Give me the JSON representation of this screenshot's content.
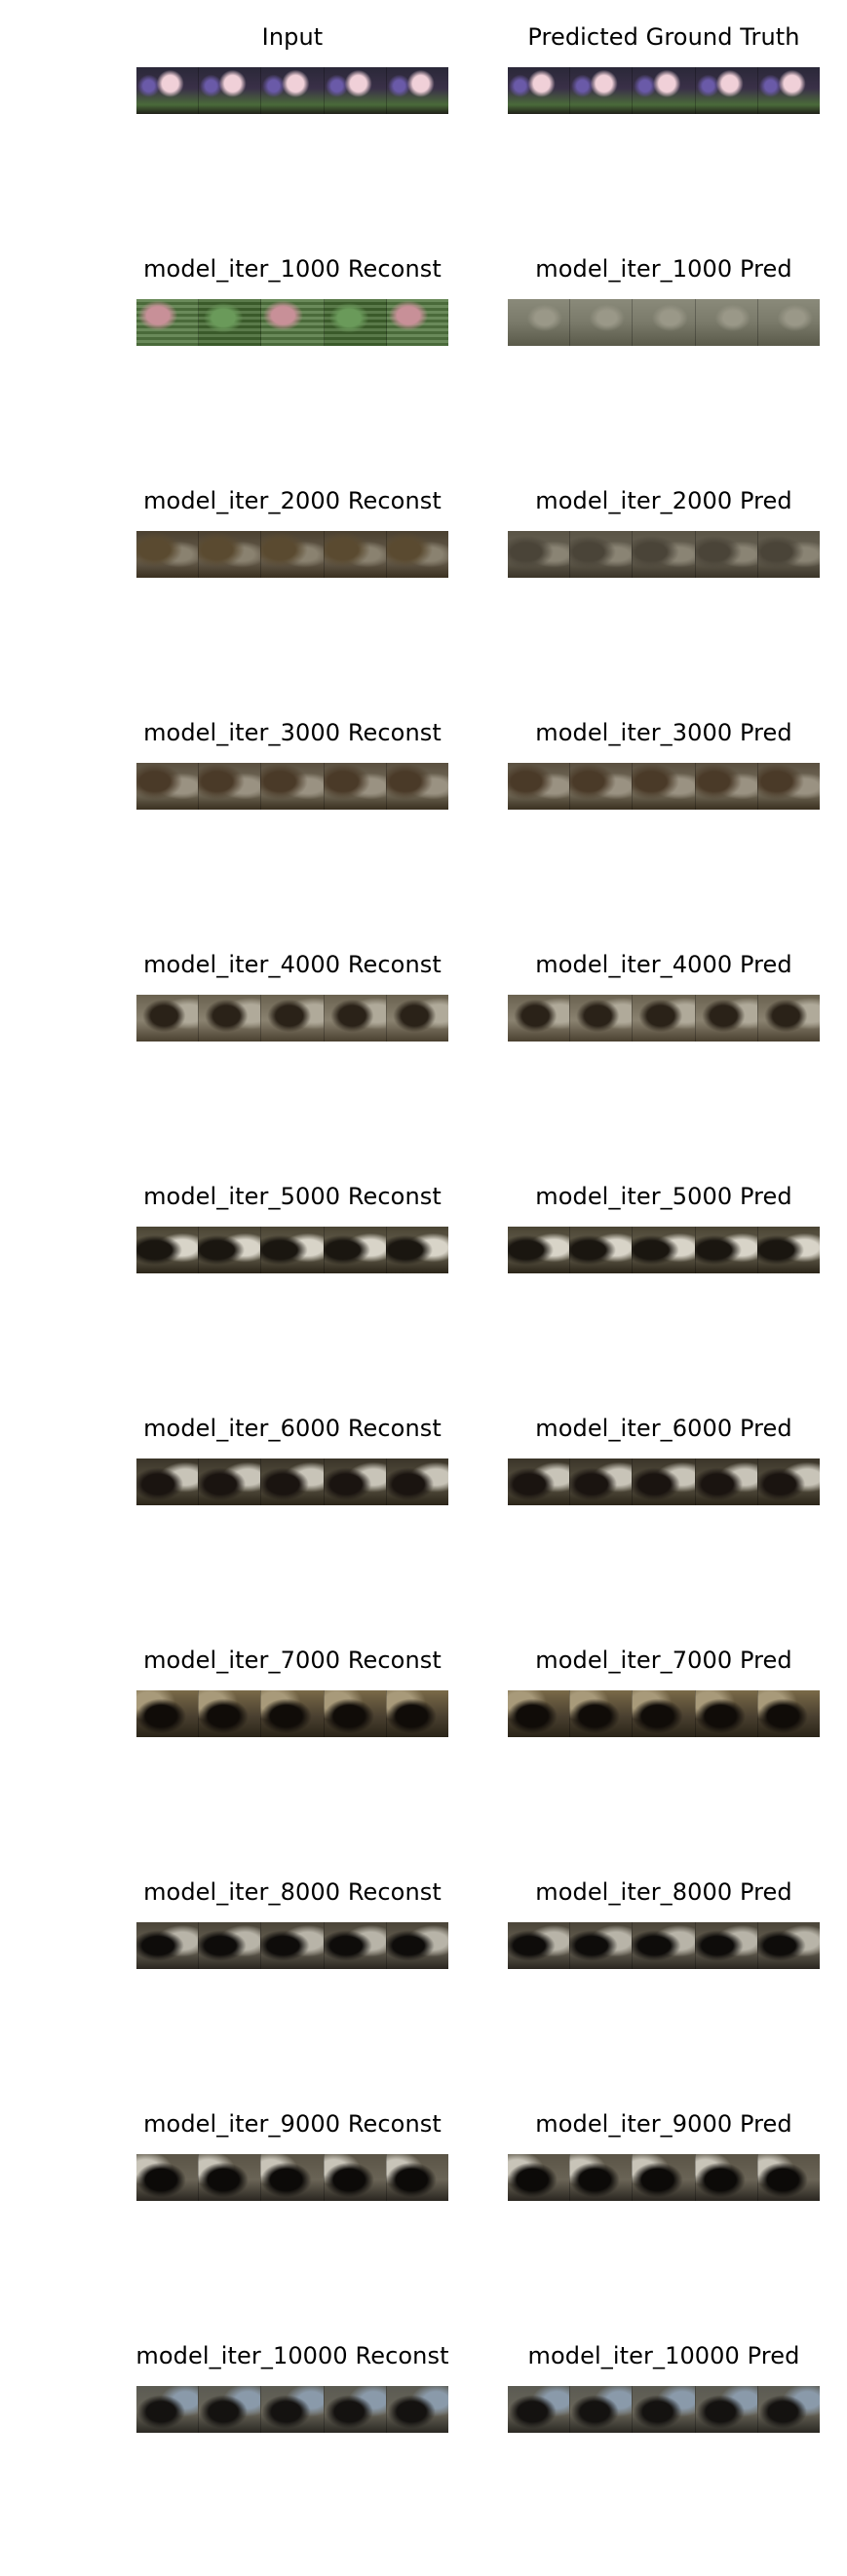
{
  "panels": [
    {
      "left": "Input",
      "right": "Predicted Ground Truth",
      "kind": "input"
    },
    {
      "left": "model_iter_1000 Reconst",
      "right": "model_iter_1000 Pred",
      "kind": "r1000"
    },
    {
      "left": "model_iter_2000 Reconst",
      "right": "model_iter_2000 Pred",
      "kind": "r2000"
    },
    {
      "left": "model_iter_3000 Reconst",
      "right": "model_iter_3000 Pred",
      "kind": "r3000"
    },
    {
      "left": "model_iter_4000 Reconst",
      "right": "model_iter_4000 Pred",
      "kind": "r4000"
    },
    {
      "left": "model_iter_5000 Reconst",
      "right": "model_iter_5000 Pred",
      "kind": "r5000"
    },
    {
      "left": "model_iter_6000 Reconst",
      "right": "model_iter_6000 Pred",
      "kind": "r6000"
    },
    {
      "left": "model_iter_7000 Reconst",
      "right": "model_iter_7000 Pred",
      "kind": "r7000"
    },
    {
      "left": "model_iter_8000 Reconst",
      "right": "model_iter_8000 Pred",
      "kind": "r8000"
    },
    {
      "left": "model_iter_9000 Reconst",
      "right": "model_iter_9000 Pred",
      "kind": "r9000"
    },
    {
      "left": "model_iter_10000 Reconst",
      "right": "model_iter_10000 Pred",
      "kind": "r10000"
    }
  ],
  "frames_per_strip": 5
}
